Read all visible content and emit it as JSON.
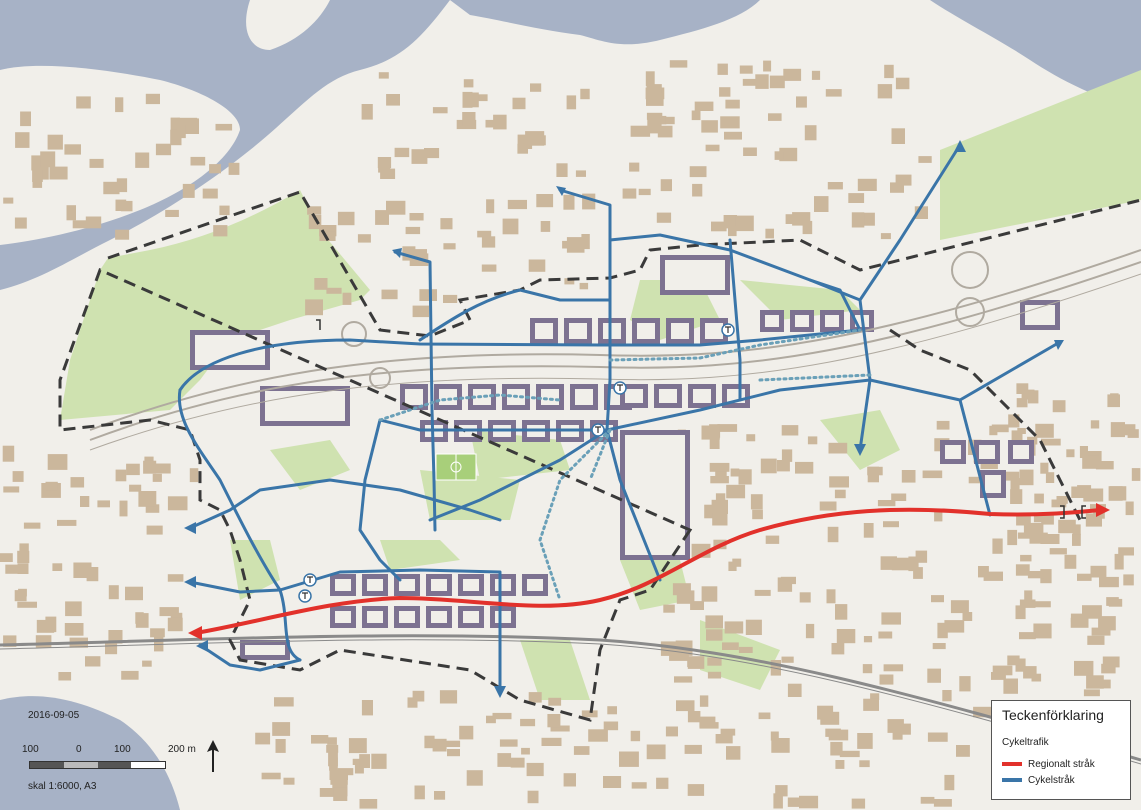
{
  "map": {
    "date": "2016-09-05",
    "scale_caption": "skal 1:6000, A3",
    "scale_ticks": [
      "100",
      "0",
      "100",
      "200 m"
    ],
    "colors": {
      "water": "#a7b2c6",
      "land": "#f1efea",
      "green": "#cfe2b0",
      "building_new": "#7d7291",
      "building_existing": "#cbb79c",
      "regional_route": "#e2312b",
      "cycle_route": "#3a75a8",
      "boundary": "#3a3a3a"
    }
  },
  "legend": {
    "title": "Teckenförklaring",
    "subtitle": "Cykeltrafik",
    "items": [
      {
        "label": "Regionalt stråk",
        "color": "#e2312b"
      },
      {
        "label": "Cykelstråk",
        "color": "#3a75a8"
      }
    ]
  }
}
